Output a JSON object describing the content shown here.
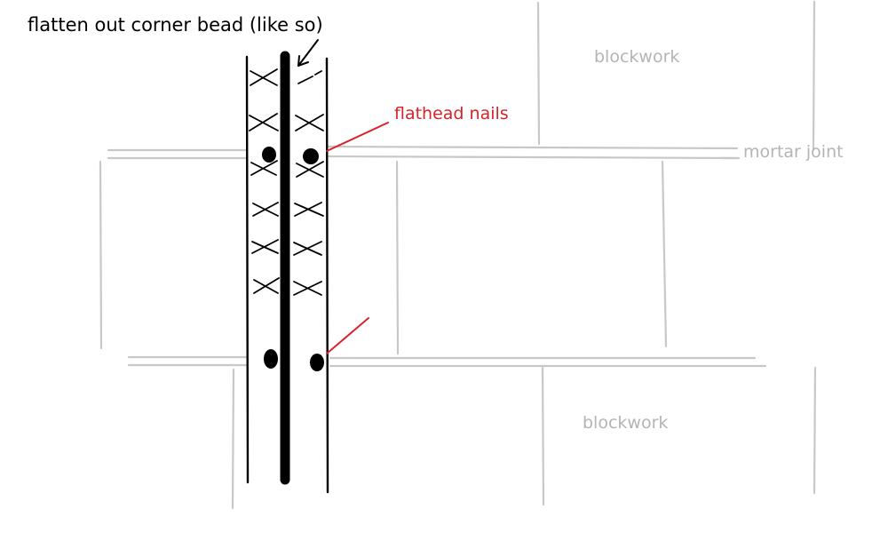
{
  "labels": {
    "title": "flatten out corner bead (like so)",
    "blockwork_top": "blockwork",
    "blockwork_bottom": "blockwork",
    "mortar_joint": "mortar joint",
    "flathead_nails": "flathead nails"
  },
  "colors": {
    "background": "#ffffff",
    "ink": "#000000",
    "blockwork_line": "#c8c8c8",
    "blockwork_text": "#b4b4b4",
    "annotation": "#d8232a"
  }
}
